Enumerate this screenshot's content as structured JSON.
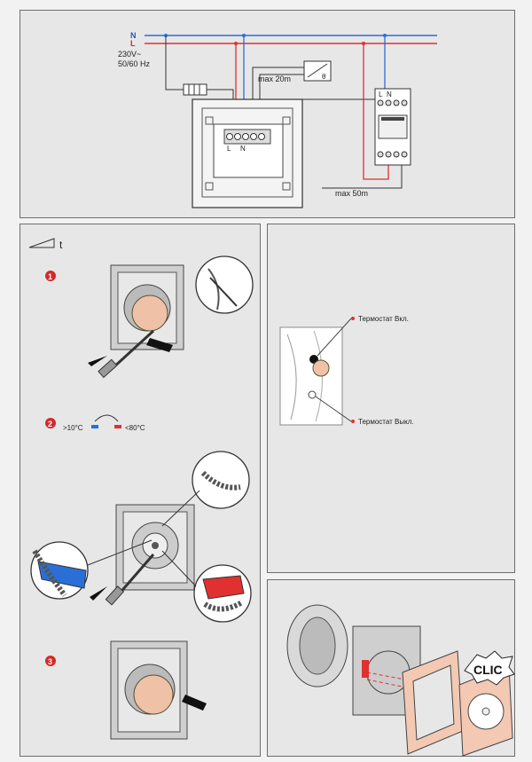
{
  "wiring": {
    "neutral": "N",
    "live": "L",
    "voltage": "230V~",
    "frequency": "50/60 Hz",
    "max_sensor": "max 20m",
    "max_control": "max 50m",
    "term_l": "L",
    "term_n": "N",
    "module_l": "L",
    "module_n": "N",
    "colors": {
      "neutral": "#2a6fd6",
      "live": "#e03030",
      "wire": "#333333"
    }
  },
  "setting": {
    "time_symbol": "t",
    "step1": "1",
    "step2": "2",
    "step3": "3",
    "min_temp": ">10°C",
    "max_temp": "<80°C"
  },
  "indicator": {
    "on_label": "Термостат Вкл.",
    "off_label": "Термостат Выкл."
  },
  "assembly": {
    "clic": "CLIC"
  }
}
